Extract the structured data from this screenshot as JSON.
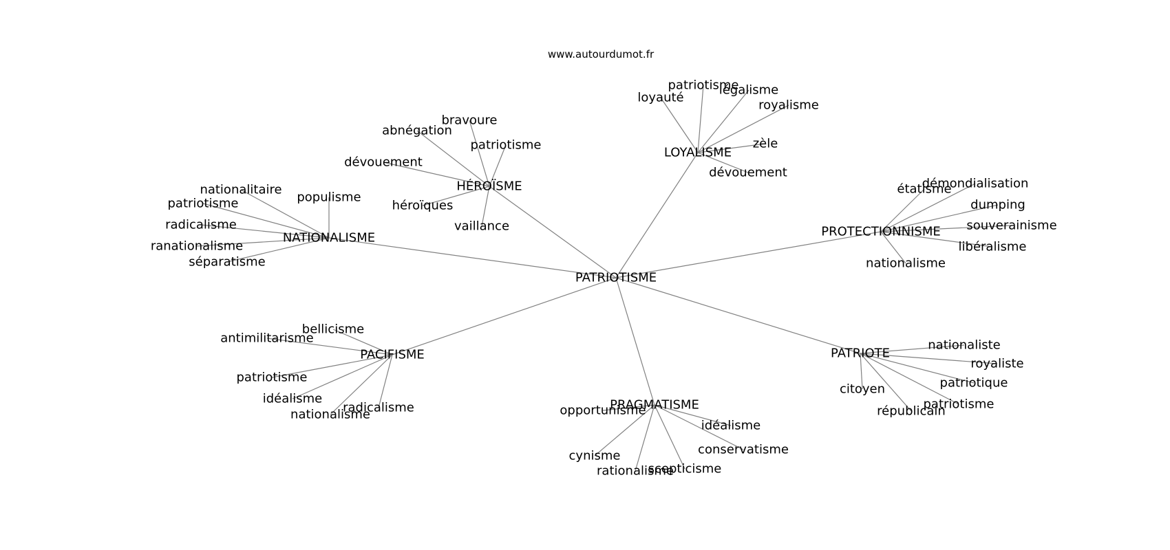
{
  "site": "www.autourdumot.fr",
  "graph": {
    "center": "PATRIOTISME",
    "groups": [
      {
        "label": "NATIONALISME",
        "children": [
          "nationalitaire",
          "populisme",
          "patriotisme",
          "radicalisme",
          "ranationalisme",
          "séparatisme"
        ]
      },
      {
        "label": "HÉROÏSME",
        "children": [
          "bravoure",
          "abnégation",
          "patriotisme",
          "dévouement",
          "héroïques",
          "vaillance"
        ]
      },
      {
        "label": "LOYALISME",
        "children": [
          "patriotisme",
          "loyauté",
          "légalisme",
          "royalisme",
          "zèle",
          "dévouement"
        ]
      },
      {
        "label": "PROTECTIONNISME",
        "children": [
          "étatisme",
          "démondialisation",
          "dumping",
          "souverainisme",
          "libéralisme",
          "nationalisme"
        ]
      },
      {
        "label": "PATRIOTE",
        "children": [
          "nationaliste",
          "royaliste",
          "patriotique",
          "patriotisme",
          "citoyen",
          "républicain"
        ]
      },
      {
        "label": "PRAGMATISME",
        "children": [
          "opportunisme",
          "idéalisme",
          "conservatisme",
          "cynisme",
          "rationalisme",
          "scepticisme"
        ]
      },
      {
        "label": "PACIFISME",
        "children": [
          "bellicisme",
          "antimilitarisme",
          "patriotisme",
          "idéalisme",
          "nationalisme",
          "radicalisme"
        ]
      }
    ]
  }
}
